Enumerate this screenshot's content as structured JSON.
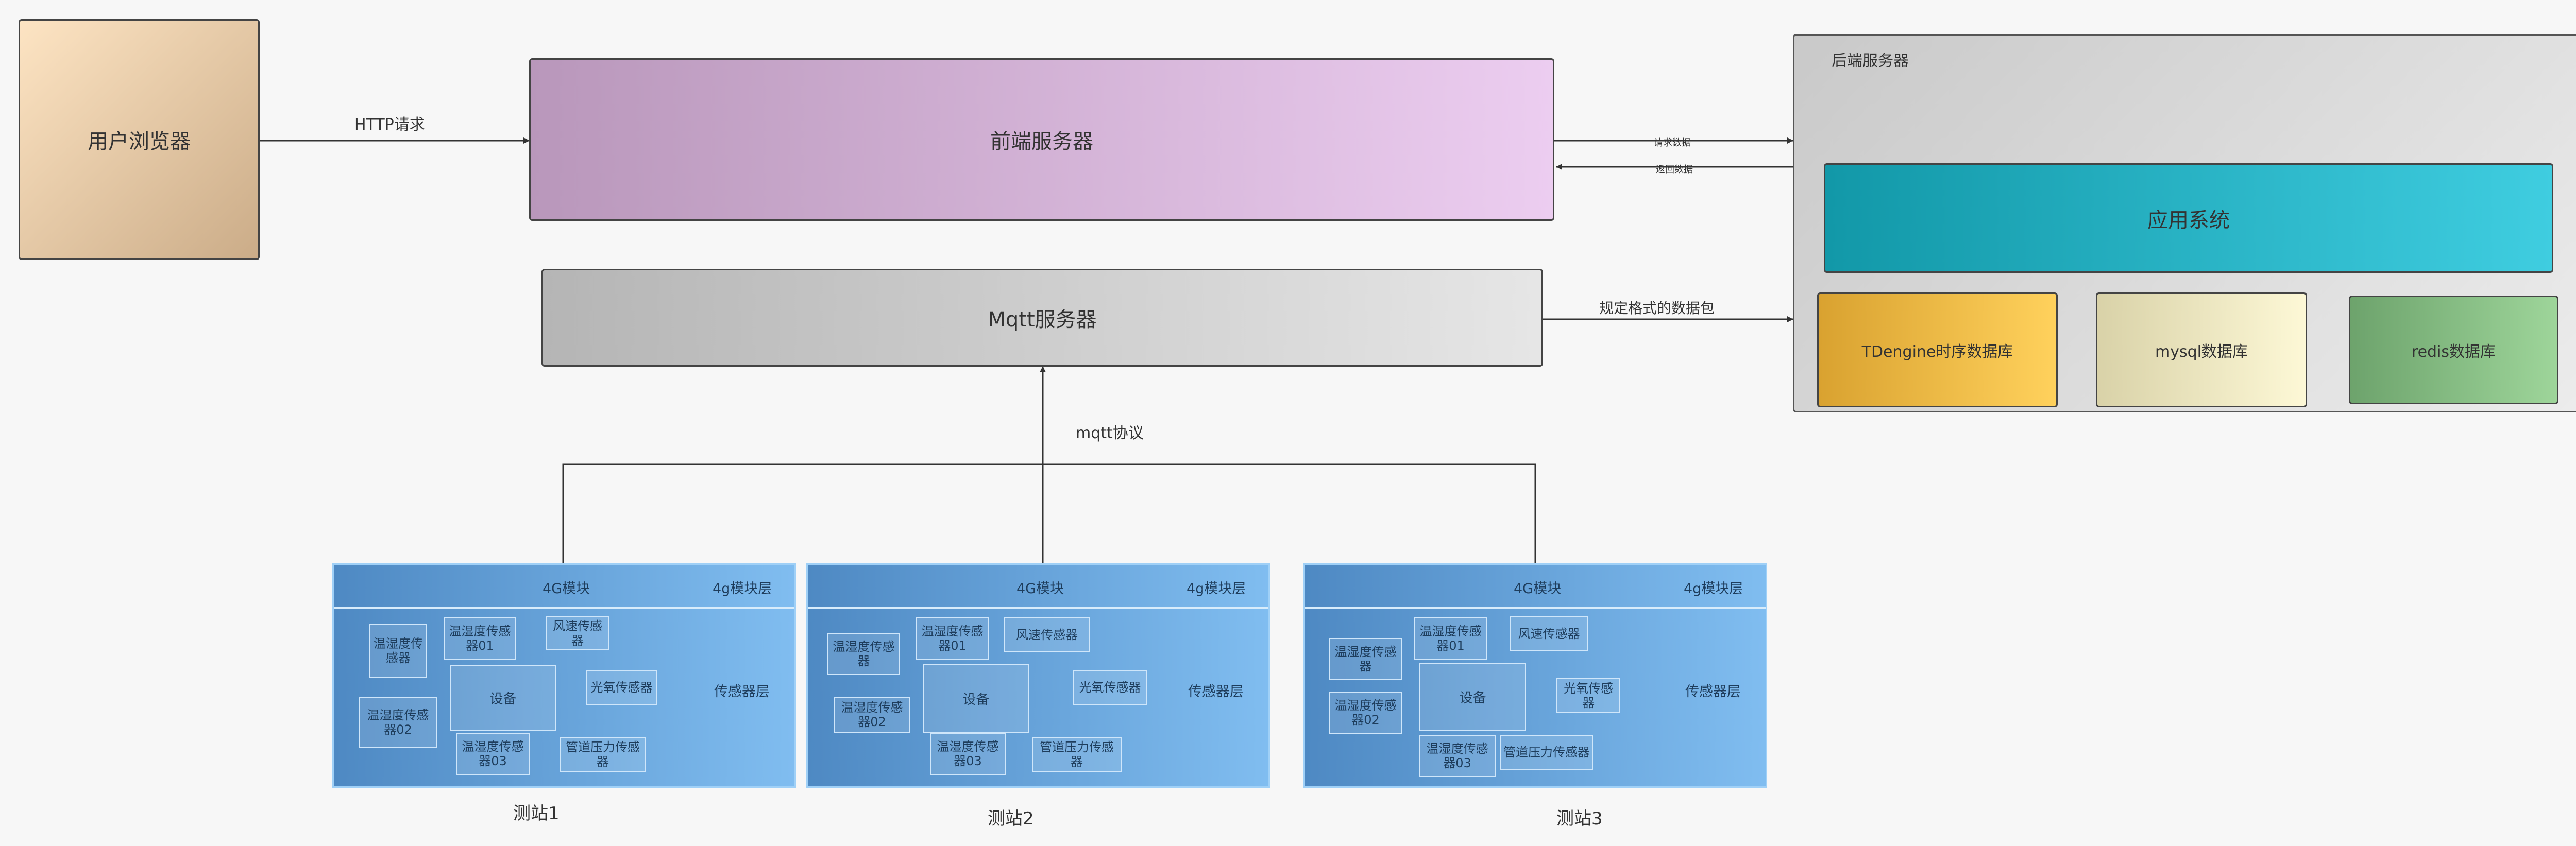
{
  "nodes": {
    "browser": "用户浏览器",
    "frontend": "前端服务器",
    "mqtt": "Mqtt服务器",
    "backend_title": "后端服务器",
    "app": "应用系统",
    "tdengine": "TDengine时序数据库",
    "mysql": "mysql数据库",
    "redis": "redis数据库"
  },
  "edges": {
    "http": "HTTP请求",
    "request_data": "请求数据",
    "return_data": "返回数据",
    "packet": "规定格式的数据包",
    "mqtt_protocol": "mqtt协议"
  },
  "stations": [
    {
      "caption": "测站1",
      "module": "4G模块",
      "module_layer": "4g模块层",
      "sensor_layer": "传感器层",
      "device": "设备",
      "sensors": [
        "温湿度传感器",
        "温湿度传感器01",
        "风速传感器",
        "光氧传感器",
        "温湿度传感器02",
        "温湿度传感器03",
        "管道压力传感器"
      ]
    },
    {
      "caption": "测站2",
      "module": "4G模块",
      "module_layer": "4g模块层",
      "sensor_layer": "传感器层",
      "device": "设备",
      "sensors": [
        "温湿度传感器",
        "温湿度传感器01",
        "风速传感器",
        "光氧传感器",
        "温湿度传感器02",
        "温湿度传感器03",
        "管道压力传感器"
      ]
    },
    {
      "caption": "测站3",
      "module": "4G模块",
      "module_layer": "4g模块层",
      "sensor_layer": "传感器层",
      "device": "设备",
      "sensors": [
        "温湿度传感器",
        "温湿度传感器01",
        "风速传感器",
        "光氧传感器",
        "温湿度传感器02",
        "温湿度传感器03",
        "管道压力传感器"
      ]
    }
  ],
  "colors": {
    "browser_gradient": [
      "#fde4c3",
      "#cbac88"
    ],
    "frontend_gradient": [
      "#b997bb",
      "#eccdf0"
    ],
    "mqtt_gradient": [
      "#b5b5b5",
      "#e6e6e6"
    ],
    "backend_bg": "#dcdcdc",
    "app_gradient": [
      "#1298a8",
      "#3fcde0"
    ],
    "tdengine_gradient": [
      "#d9a230",
      "#ffd15c"
    ],
    "mysql_gradient": [
      "#d9d2a8",
      "#fdf8d6"
    ],
    "redis_gradient": [
      "#6da36c",
      "#9ed59a"
    ],
    "station_gradient": [
      "#4e89c3",
      "#80bdf0"
    ]
  }
}
